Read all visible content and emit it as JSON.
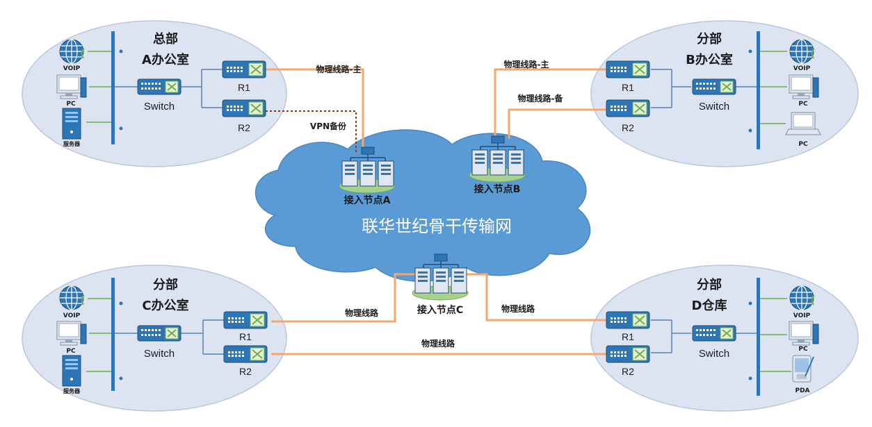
{
  "offices": {
    "a": {
      "title_line1": "总部",
      "title_line2": "A办公室",
      "switch_label": "Switch",
      "r1_label": "R1",
      "r2_label": "R2",
      "devices": {
        "voip": "VOIP",
        "pc": "PC",
        "server": "服务器"
      }
    },
    "b": {
      "title_line1": "分部",
      "title_line2": "B办公室",
      "switch_label": "Switch",
      "r1_label": "R1",
      "r2_label": "R2",
      "devices": {
        "voip": "VOIP",
        "pc1": "PC",
        "pc2": "PC"
      }
    },
    "c": {
      "title_line1": "分部",
      "title_line2": "C办公室",
      "switch_label": "Switch",
      "r1_label": "R1",
      "r2_label": "R2",
      "devices": {
        "voip": "VOIP",
        "pc": "PC",
        "server": "服务器"
      }
    },
    "d": {
      "title_line1": "分部",
      "title_line2": "D仓库",
      "switch_label": "Switch",
      "r1_label": "R1",
      "r2_label": "R2",
      "devices": {
        "voip": "VOIP",
        "pc": "PC",
        "pda": "PDA"
      }
    }
  },
  "backbone": {
    "name": "联华世纪骨干传输网",
    "nodes": {
      "a": "接入节点A",
      "b": "接入节点B",
      "c": "接入节点C"
    }
  },
  "links": {
    "a_primary": "物理线路-主",
    "a_vpn": "VPN备份",
    "b_primary": "物理线路-主",
    "b_backup": "物理线路-备",
    "c_r1": "物理线路",
    "d_r1": "物理线路",
    "c_d_r2": "物理线路"
  },
  "colors": {
    "ellipse_fill": "#dce4f2",
    "ellipse_stroke": "#b9c6dd",
    "cloud_fill": "#5b9bd5",
    "bus": "#2e75b6",
    "lan_line": "#5b7fb4",
    "device_line": "#70ad47",
    "physical_link": "#f4a66b",
    "vpn_link": "#7a3b1e"
  }
}
